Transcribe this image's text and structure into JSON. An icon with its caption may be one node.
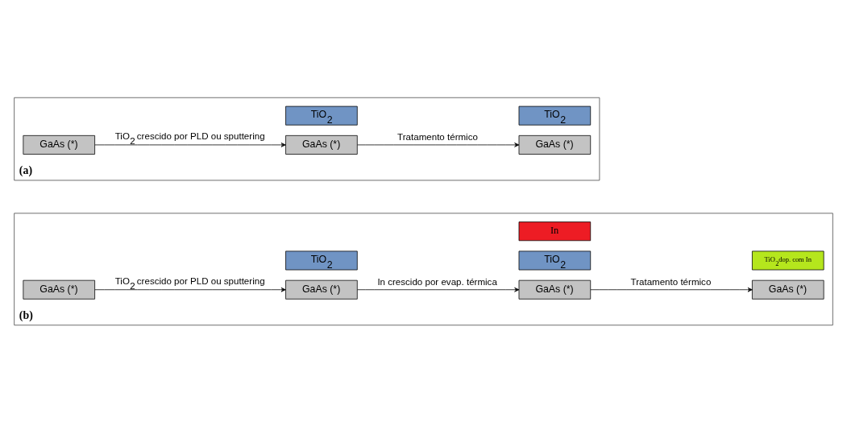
{
  "diagram": {
    "nodes": [
      {
        "text": [
          "(a)"
        ]
      },
      {
        "text": [
          "GaAs (*)"
        ],
        "in": 0
      },
      {
        "text": [
          "TiO$_{2}$"
        ],
        "in": 0
      },
      {
        "text": [
          "GaAs (*)"
        ],
        "in": 0
      },
      {
        "text": [
          "TiO$_{2}$"
        ],
        "in": 0
      },
      {
        "text": [
          "GaAs (*)"
        ],
        "in": 0
      },
      {
        "text": [
          "(b)"
        ]
      },
      {
        "text": [
          "GaAs (*)"
        ],
        "in": 6
      },
      {
        "text": [
          "TiO$_{2}$"
        ],
        "in": 6
      },
      {
        "text": [
          "GaAs (*)"
        ],
        "in": 6
      },
      {
        "text": [
          "In"
        ],
        "in": 6
      },
      {
        "text": [
          "TiO$_{2}$"
        ],
        "in": 6
      },
      {
        "text": [
          "GaAs (*)"
        ],
        "in": 6
      },
      {
        "text": [
          "TiO$_{2}$dop. com In"
        ],
        "in": 6
      },
      {
        "text": [
          "GaAs (*)"
        ],
        "in": 6
      }
    ],
    "edges": [
      {
        "from": 1,
        "to": 3,
        "arrow": "to",
        "label": "TiO$_{2}$ crescido por PLD ou sputtering"
      },
      {
        "from": 3,
        "to": 5,
        "arrow": "to",
        "label": "Tratamento térmico"
      },
      {
        "from": 7,
        "to": 9,
        "arrow": "to",
        "label": "TiO$_{2}$ crescido por PLD ou sputtering"
      },
      {
        "from": 9,
        "to": 12,
        "arrow": "to",
        "label": "In crescido por evap. térmica"
      },
      {
        "from": 12,
        "to": 14,
        "arrow": "to",
        "label": "Tratamento térmico"
      }
    ]
  }
}
